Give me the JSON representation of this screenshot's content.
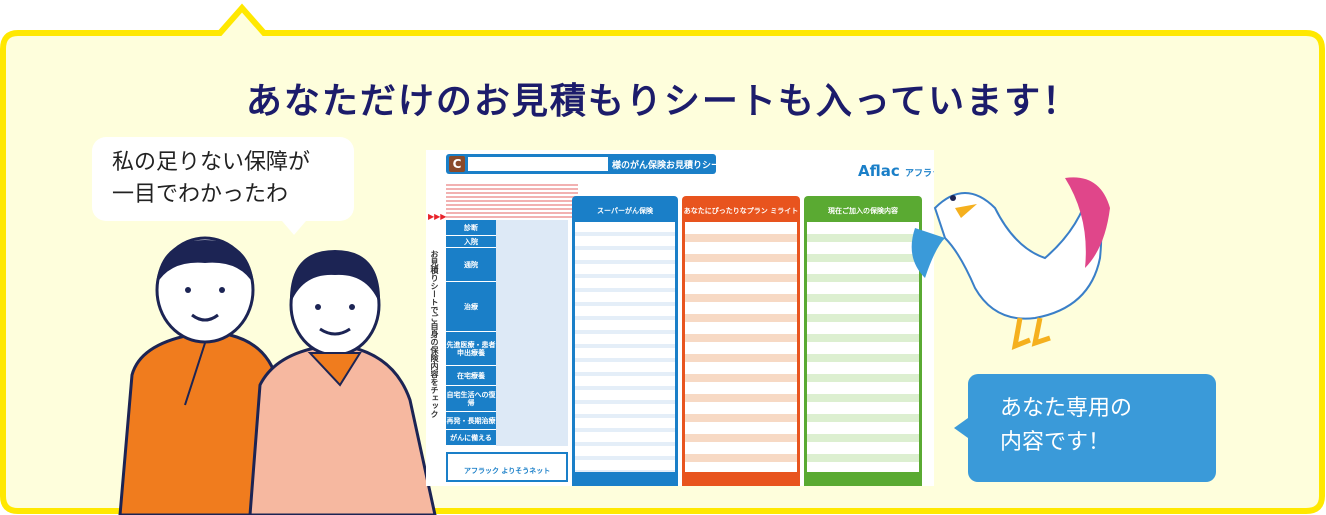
{
  "title": "あなただけのお見積もりシートも入っています！",
  "bubble_left": {
    "line1": "私の足りない保障が",
    "line2": "一目でわかったわ"
  },
  "bubble_right": {
    "line1": "あなた専用の",
    "line2": "内容です！"
  },
  "colors": {
    "frame_border": "#ffe800",
    "frame_bg": "#fefedc",
    "title": "#1c1c6b",
    "bubble_right": "#3a9ad9"
  },
  "sheet": {
    "logo_letter": "C",
    "heading": "様のがん保険お見積りシート",
    "brand": "Aflac",
    "brand_kana": "アフラック",
    "side_text": "お見積りシートでご自身の保険内容をチェック",
    "columns": [
      "スーパーがん保険",
      "あなたにぴったりなプラン ミライト",
      "現在ご加入の保険内容"
    ],
    "rows": [
      "診断",
      "入院",
      "通院",
      "治療",
      "先進医療・患者申出療養",
      "在宅療養",
      "自宅生活への復帰",
      "再発・長期治療",
      "がんに備える"
    ],
    "footer_brand": "アフラック よりそうネット"
  }
}
